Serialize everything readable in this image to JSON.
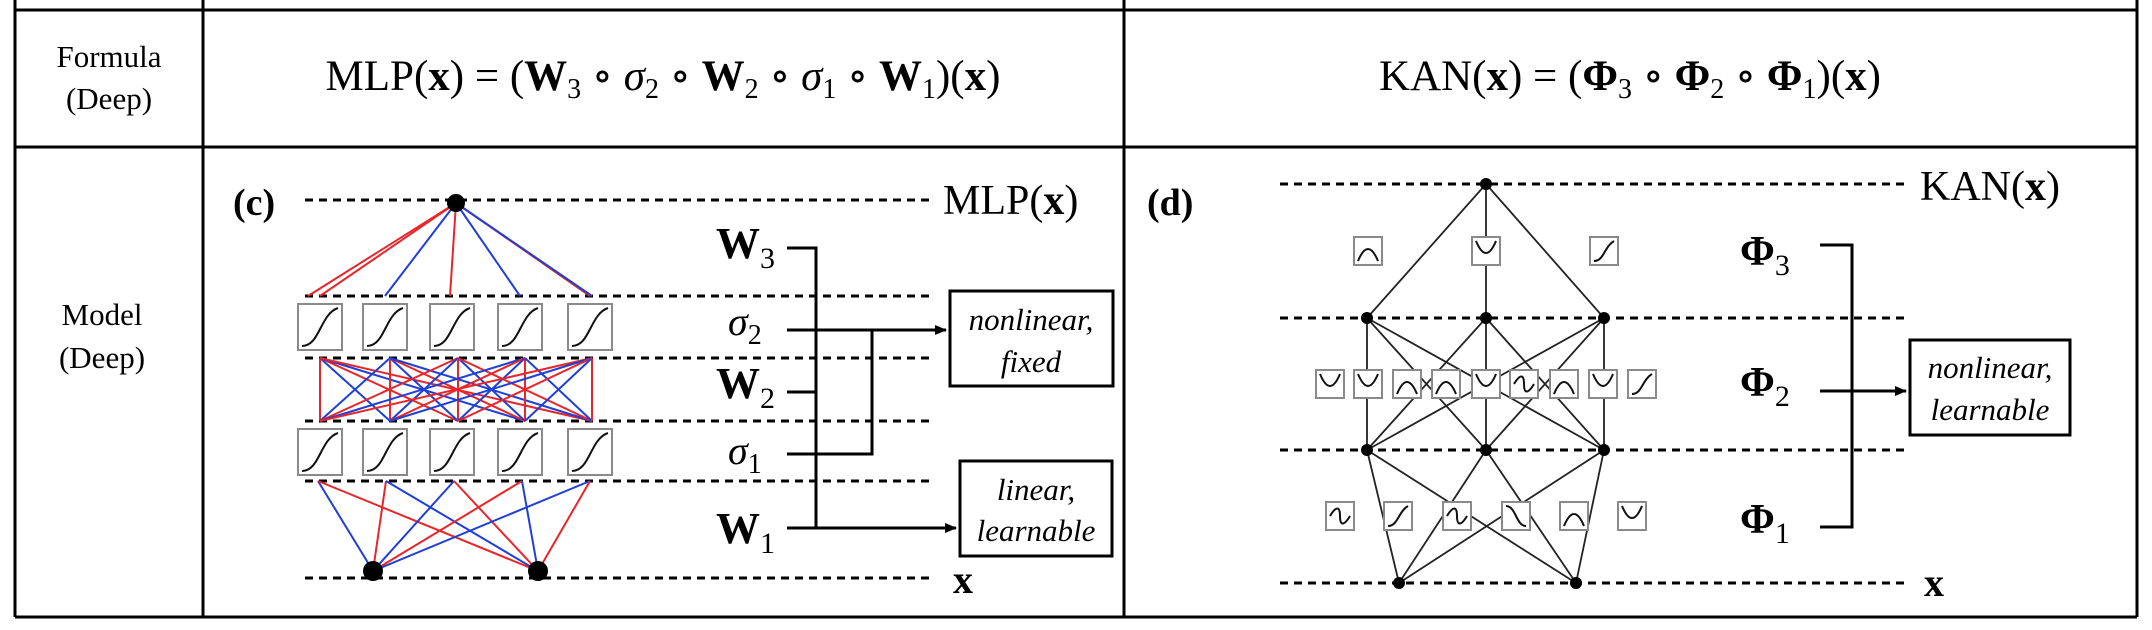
{
  "header_col1": [
    "Formula",
    "(Deep)"
  ],
  "formula_mlp": {
    "pre": "MLP(",
    "x": "x",
    "mid": ") = (",
    "W3": "W",
    "W3_sub": "3",
    "sigma2": "σ",
    "sigma2_sub": "2",
    "W2": "W",
    "W2_sub": "2",
    "sigma1": "σ",
    "sigma1_sub": "1",
    "W1": "W",
    "W1_sub": "1",
    "close": ")(",
    "x2": "x",
    "end": ")",
    "comp": "∘"
  },
  "formula_kan": {
    "pre": "KAN(",
    "x": "x",
    "mid": ") = (",
    "P3": "Φ",
    "P3_sub": "3",
    "P2": "Φ",
    "P2_sub": "2",
    "P1": "Φ",
    "P1_sub": "1",
    "close": ")(",
    "x2": "x",
    "end": ")",
    "comp": "∘"
  },
  "model_label": [
    "Model",
    "(Deep)"
  ],
  "mlp": {
    "panel_label": "(c)",
    "output_label_pre": "MLP(",
    "output_label_x": "x",
    "output_label_post": ")",
    "input_label": "x",
    "layer_labels": {
      "W3": "W",
      "W3_sub": "3",
      "sigma2": "σ",
      "sigma2_sub": "2",
      "W2": "W",
      "W2_sub": "2",
      "sigma1": "σ",
      "sigma1_sub": "1",
      "W1": "W",
      "W1_sub": "1"
    },
    "box_nonlinear": [
      "nonlinear,",
      "fixed"
    ],
    "box_linear": [
      "linear,",
      "learnable"
    ],
    "edge_colors": {
      "red": "#e8262a",
      "blue": "#1f3fd6"
    }
  },
  "kan": {
    "panel_label": "(d)",
    "output_label_pre": "KAN(",
    "output_label_x": "x",
    "output_label_post": ")",
    "input_label": "x",
    "layer_labels": {
      "P3": "Φ",
      "P3_sub": "3",
      "P2": "Φ",
      "P2_sub": "2",
      "P1": "Φ",
      "P1_sub": "1"
    },
    "box_nonlinear": [
      "nonlinear,",
      "learnable"
    ]
  }
}
